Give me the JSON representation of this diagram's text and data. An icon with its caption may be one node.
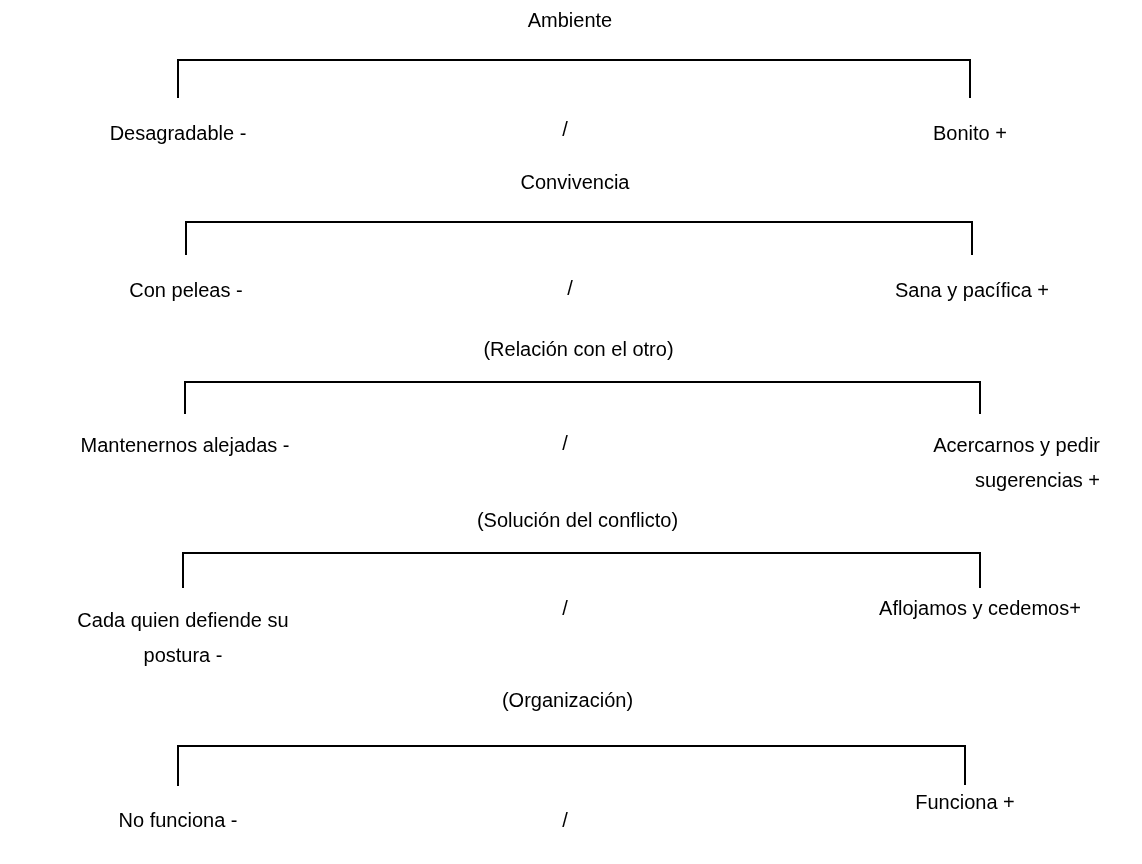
{
  "diagram": {
    "nodes": [
      {
        "text": [
          "Desagradable -"
        ]
      },
      {
        "text": [
          "Bonito +"
        ]
      },
      {
        "text": [
          "Con peleas -"
        ]
      },
      {
        "text": [
          "Sana y pacífica +"
        ]
      },
      {
        "text": [
          "Mantenernos alejadas -"
        ]
      },
      {
        "text": [
          "Acercarnos y pedir sugerencias +"
        ]
      },
      {
        "text": [
          "Cada quien defiende su postura -"
        ]
      },
      {
        "text": [
          "Aflojamos y cedemos+"
        ]
      },
      {
        "text": [
          "No funciona -"
        ]
      },
      {
        "text": [
          "Funciona +"
        ]
      }
    ],
    "edges": [
      {
        "from": 0,
        "to": 1,
        "arrow": "none",
        "label": "Ambiente"
      },
      {
        "from": 2,
        "to": 3,
        "arrow": "none",
        "label": "Convivencia"
      },
      {
        "from": 4,
        "to": 5,
        "arrow": "none",
        "label": "(Relación con el otro)"
      },
      {
        "from": 6,
        "to": 7,
        "arrow": "none",
        "label": "(Solución del conflicto)"
      },
      {
        "from": 8,
        "to": 9,
        "arrow": "none",
        "label": "(Organización)"
      }
    ],
    "labels": [
      "/",
      "/",
      "/",
      "/",
      "/"
    ]
  }
}
